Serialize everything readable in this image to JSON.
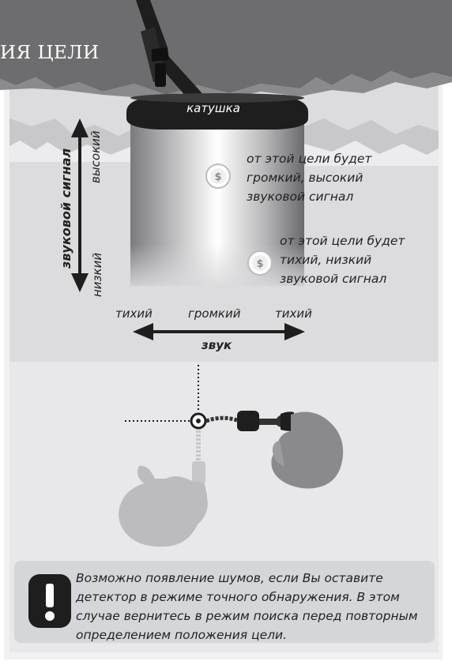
{
  "header": {
    "title": "ИЯ ЦЕЛИ"
  },
  "diagram": {
    "coil_label": "катушка",
    "target_high": "от этой цели будет громкий, высокий звуковой сигнал",
    "target_low": "от этой цели будет тихий, низкий звуковой сигнал",
    "axis_vertical": {
      "title": "звуковой сигнал",
      "high": "высокий",
      "low": "низкий"
    },
    "axis_horizontal": {
      "title": "звук",
      "left": "тихий",
      "center": "громкий",
      "right": "тихий"
    }
  },
  "warning": {
    "icon": "exclamation-icon",
    "text": "Возможно появление шумов, если Вы оставите детектор в режиме точного обнаружения. В этом случае вернитесь в режим поиска перед повторным определением положения цели."
  },
  "colors": {
    "header_bg": "#6d6d6f",
    "panel_bg": "#dcdcde",
    "lower_panel_bg": "#e9e9eb",
    "dark": "#1e1e1e"
  }
}
